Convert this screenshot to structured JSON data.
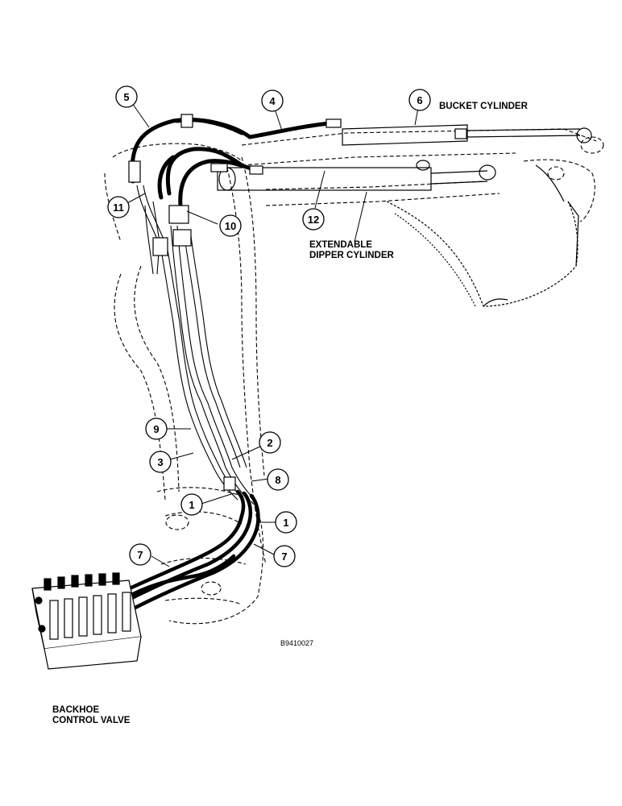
{
  "labels": {
    "bucket_cylinder": "BUCKET CYLINDER",
    "extendable_line1": "EXTENDABLE",
    "extendable_line2": "DIPPER CYLINDER",
    "control_valve_line1": "BACKHOE",
    "control_valve_line2": "CONTROL VALVE",
    "drawing_code": "B9410027"
  },
  "callouts": [
    "5",
    "4",
    "6",
    "11",
    "10",
    "12",
    "9",
    "2",
    "3",
    "8",
    "1",
    "1",
    "7",
    "7"
  ]
}
